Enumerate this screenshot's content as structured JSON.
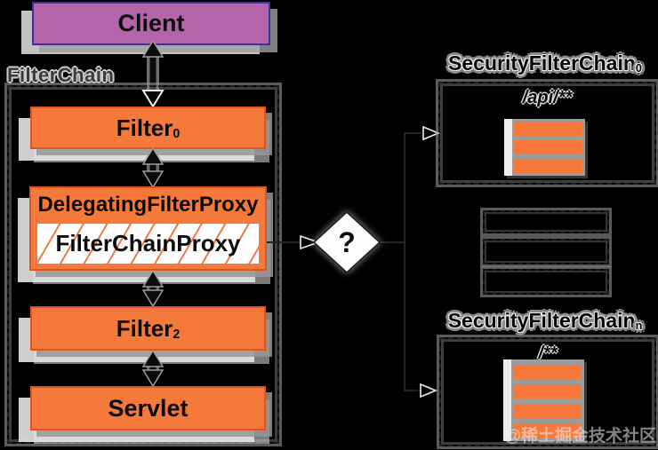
{
  "colors": {
    "background": "#000000",
    "box_orange": "#f5793b",
    "box_orange_border": "#dd5420",
    "client_purple": "#b464a8",
    "client_border_blue": "#34349c",
    "shadow_gray": "#d6d6d6"
  },
  "client": {
    "label": "Client"
  },
  "filter_chain": {
    "label": "FilterChain",
    "filter0": {
      "base": "Filter",
      "sub": "0"
    },
    "delegating_filter_proxy": {
      "label": "DelegatingFilterProxy"
    },
    "filter_chain_proxy": {
      "label": "FilterChainProxy"
    },
    "filter2": {
      "base": "Filter",
      "sub": "2"
    },
    "servlet": {
      "label": "Servlet"
    }
  },
  "decision": {
    "label": "?"
  },
  "security_filter_chains": [
    {
      "title_base": "SecurityFilterChain",
      "title_sub": "0",
      "path_pattern": "/api/**",
      "filter_count": 3
    },
    {
      "title_base": "SecurityFilterChain",
      "title_sub": "n",
      "path_pattern": "/**",
      "filter_count": 4
    }
  ],
  "ellipsis_box_count": 3,
  "watermark": {
    "text": "@稀土掘金技术社区"
  }
}
